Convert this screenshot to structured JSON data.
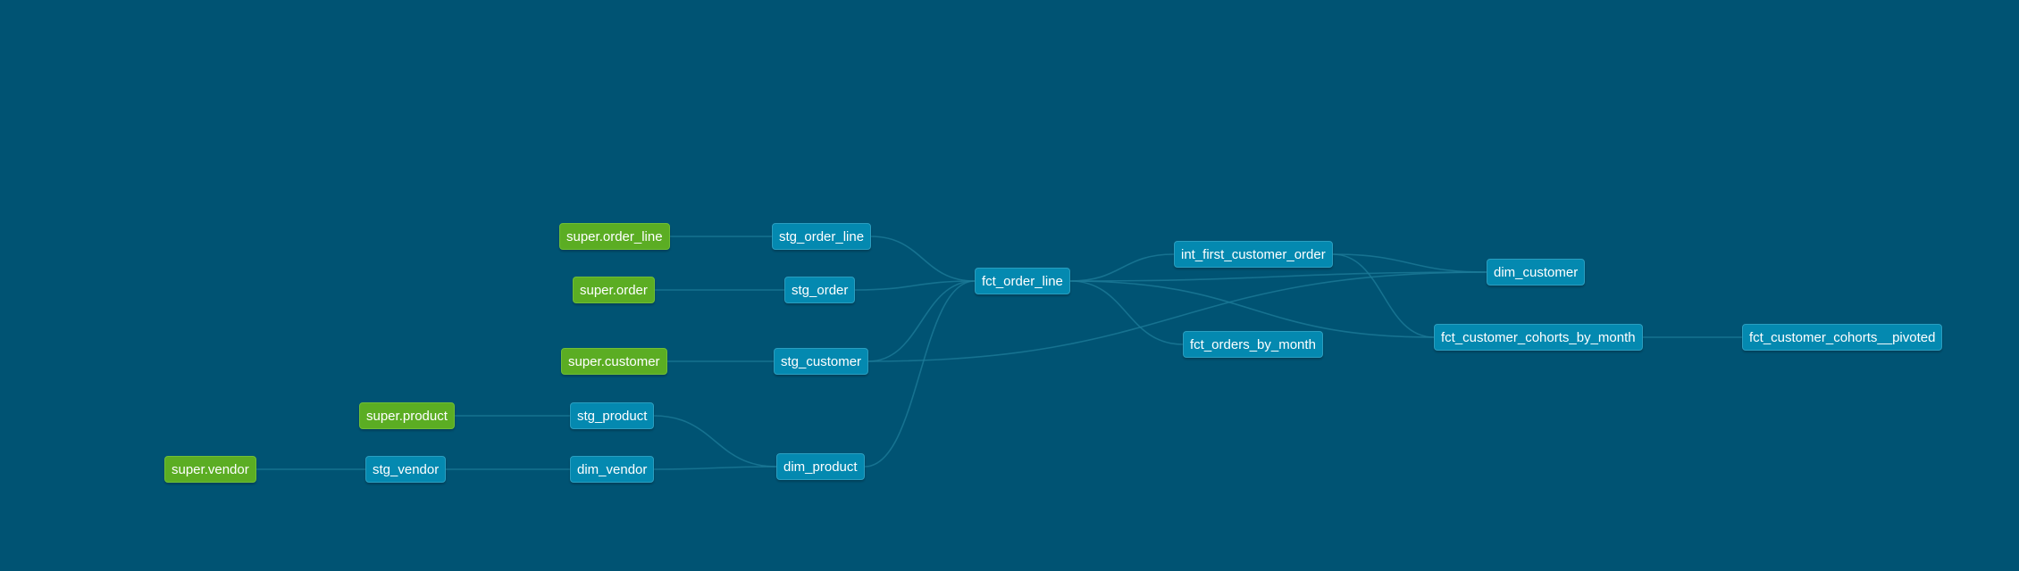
{
  "graph": {
    "colors": {
      "background": "#005373",
      "model_node": "#0489b0",
      "source_node": "#5bad23",
      "edge": "#1d7c99"
    },
    "nodes": {
      "super_order_line": "super.order_line",
      "super_order": "super.order",
      "super_customer": "super.customer",
      "super_product": "super.product",
      "super_vendor": "super.vendor",
      "stg_order_line": "stg_order_line",
      "stg_order": "stg_order",
      "stg_customer": "stg_customer",
      "stg_product": "stg_product",
      "stg_vendor": "stg_vendor",
      "dim_vendor": "dim_vendor",
      "dim_product": "dim_product",
      "fct_order_line": "fct_order_line",
      "int_first_customer_order": "int_first_customer_order",
      "fct_orders_by_month": "fct_orders_by_month",
      "dim_customer": "dim_customer",
      "fct_customer_cohorts_by_month": "fct_customer_cohorts_by_month",
      "fct_customer_cohorts__pivoted": "fct_customer_cohorts__pivoted"
    },
    "edges": [
      [
        "super_order_line",
        "stg_order_line"
      ],
      [
        "super_order",
        "stg_order"
      ],
      [
        "super_customer",
        "stg_customer"
      ],
      [
        "super_product",
        "stg_product"
      ],
      [
        "super_vendor",
        "stg_vendor"
      ],
      [
        "stg_vendor",
        "dim_vendor"
      ],
      [
        "stg_product",
        "dim_product"
      ],
      [
        "dim_vendor",
        "dim_product"
      ],
      [
        "stg_order_line",
        "fct_order_line"
      ],
      [
        "stg_order",
        "fct_order_line"
      ],
      [
        "stg_customer",
        "fct_order_line"
      ],
      [
        "dim_product",
        "fct_order_line"
      ],
      [
        "stg_customer",
        "dim_customer"
      ],
      [
        "fct_order_line",
        "int_first_customer_order"
      ],
      [
        "fct_order_line",
        "fct_orders_by_month"
      ],
      [
        "fct_order_line",
        "dim_customer"
      ],
      [
        "fct_order_line",
        "fct_customer_cohorts_by_month"
      ],
      [
        "int_first_customer_order",
        "dim_customer"
      ],
      [
        "int_first_customer_order",
        "fct_customer_cohorts_by_month"
      ],
      [
        "fct_customer_cohorts_by_month",
        "fct_customer_cohorts__pivoted"
      ]
    ]
  }
}
